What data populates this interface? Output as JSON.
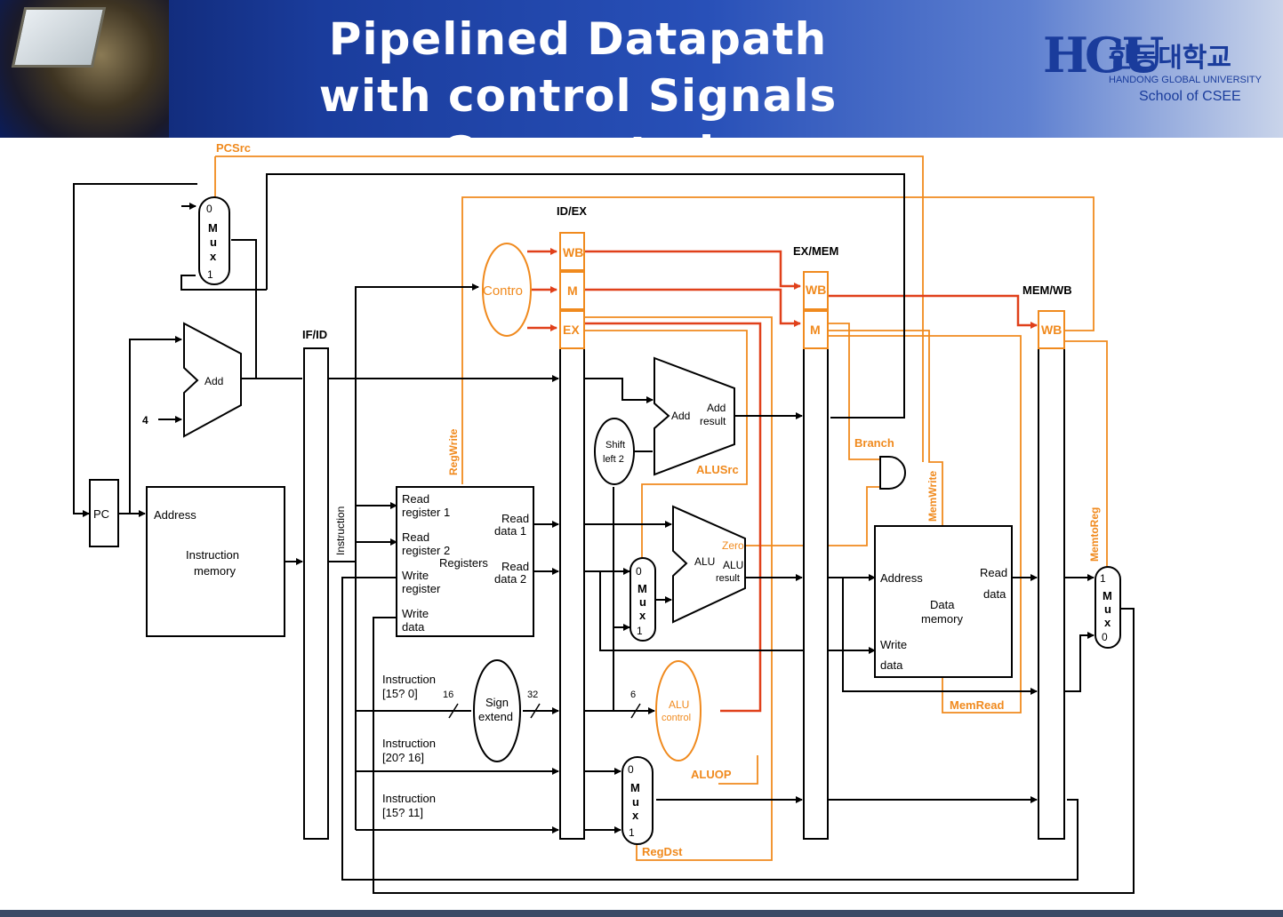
{
  "header": {
    "title_line1": "Pipelined Datapath",
    "title_line2": "with control Signals Connected",
    "logo_mark": "HGU",
    "logo_korean": "한동대학교",
    "logo_university": "HANDONG GLOBAL UNIVERSITY",
    "logo_school": "School of CSEE"
  },
  "colors": {
    "control_orange": "#f08a1e",
    "control_red": "#e0401a",
    "header_blue": "#1a3c9c"
  },
  "pipeline_registers": {
    "ifid": "IF/ID",
    "idex": "ID/EX",
    "exmem": "EX/MEM",
    "memwb": "MEM/WB"
  },
  "control": {
    "unit": "Control",
    "wb": "WB",
    "m": "M",
    "ex": "EX"
  },
  "signals": {
    "pcsrc": "PCSrc",
    "regwrite": "RegWrite",
    "alusrc": "ALUSrc",
    "branch": "Branch",
    "memwrite": "MemWrite",
    "memtoreg": "MemtoReg",
    "memread": "MemRead",
    "aluop": "ALUOP",
    "regdst": "RegDst"
  },
  "components": {
    "pc": "PC",
    "add": "Add",
    "four": "4",
    "instr_mem_address": "Address",
    "instr_mem_line1": "Instruction",
    "instr_mem_line2": "memory",
    "instruction": "Instruction",
    "rr1_a": "Read",
    "rr1_b": "register 1",
    "rr2_a": "Read",
    "rr2_b": "register 2",
    "wr_a": "Write",
    "wr_b": "register",
    "wd_a": "Write",
    "wd_b": "data",
    "registers": "Registers",
    "rd1_a": "Read",
    "rd1_b": "data 1",
    "rd2_a": "Read",
    "rd2_b": "data 2",
    "instr_15_0_a": "Instruction",
    "instr_15_0_b": "[15? 0]",
    "instr_20_16_a": "Instruction",
    "instr_20_16_b": "[20? 16]",
    "instr_15_11_a": "Instruction",
    "instr_15_11_b": "[15? 11]",
    "bits16": "16",
    "bits32": "32",
    "bits6": "6",
    "sign_a": "Sign",
    "sign_b": "extend",
    "shift_a": "Shift",
    "shift_b": "left 2",
    "add_result_a": "Add",
    "add_result_b": "result",
    "alu": "ALU",
    "alu_result_a": "ALU",
    "alu_result_b": "result",
    "zero": "Zero",
    "alu_control_a": "ALU",
    "alu_control_b": "control",
    "dm_address": "Address",
    "dm_read_a": "Read",
    "dm_read_b": "data",
    "dm_line1": "Data",
    "dm_line2": "memory",
    "dm_write_a": "Write",
    "dm_write_b": "data"
  },
  "muxes": {
    "pc_mux": [
      "0",
      "M",
      "u",
      "x",
      "1"
    ],
    "alu_mux": [
      "0",
      "M",
      "u",
      "x",
      "1"
    ],
    "regdst_mux": [
      "0",
      "M",
      "u",
      "x",
      "1"
    ],
    "wb_mux": [
      "1",
      "M",
      "u",
      "x",
      "0"
    ]
  }
}
